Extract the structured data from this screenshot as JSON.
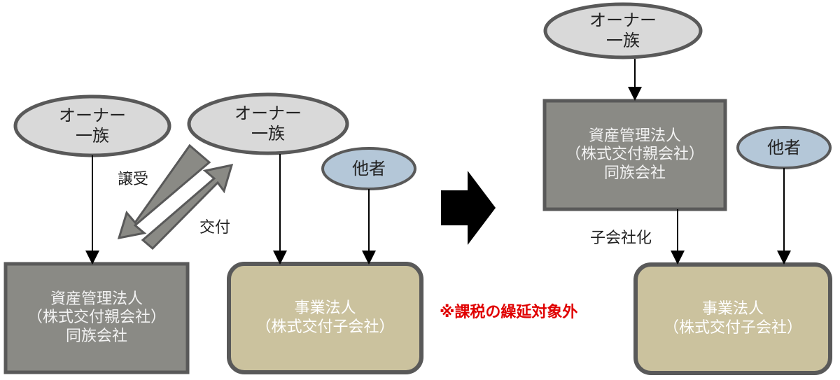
{
  "left": {
    "owner_top": "オーナー\n一族",
    "owner_right": "オーナー\n一族",
    "other": "他者",
    "holding_box": "資産管理法人\n（株式交付親会社）\n同族会社",
    "business_box": "事業法人\n（株式交付子会社）",
    "label_transfer": "譲受",
    "label_issue": "交付"
  },
  "note": "※課税の繰延対象外",
  "right": {
    "owner": "オーナー\n一族",
    "other": "他者",
    "holding_box": "資産管理法人\n（株式交付親会社）\n同族会社",
    "business_box": "事業法人\n（株式交付子会社）",
    "label_subsidiary": "子会社化"
  },
  "colors": {
    "ellipse_gray": "#d9d9d9",
    "ellipse_blue": "#b4c7d8",
    "box_dark": "#8a8a85",
    "box_tan": "#cbc29e",
    "border": "#595959",
    "note_red": "#e00000"
  }
}
